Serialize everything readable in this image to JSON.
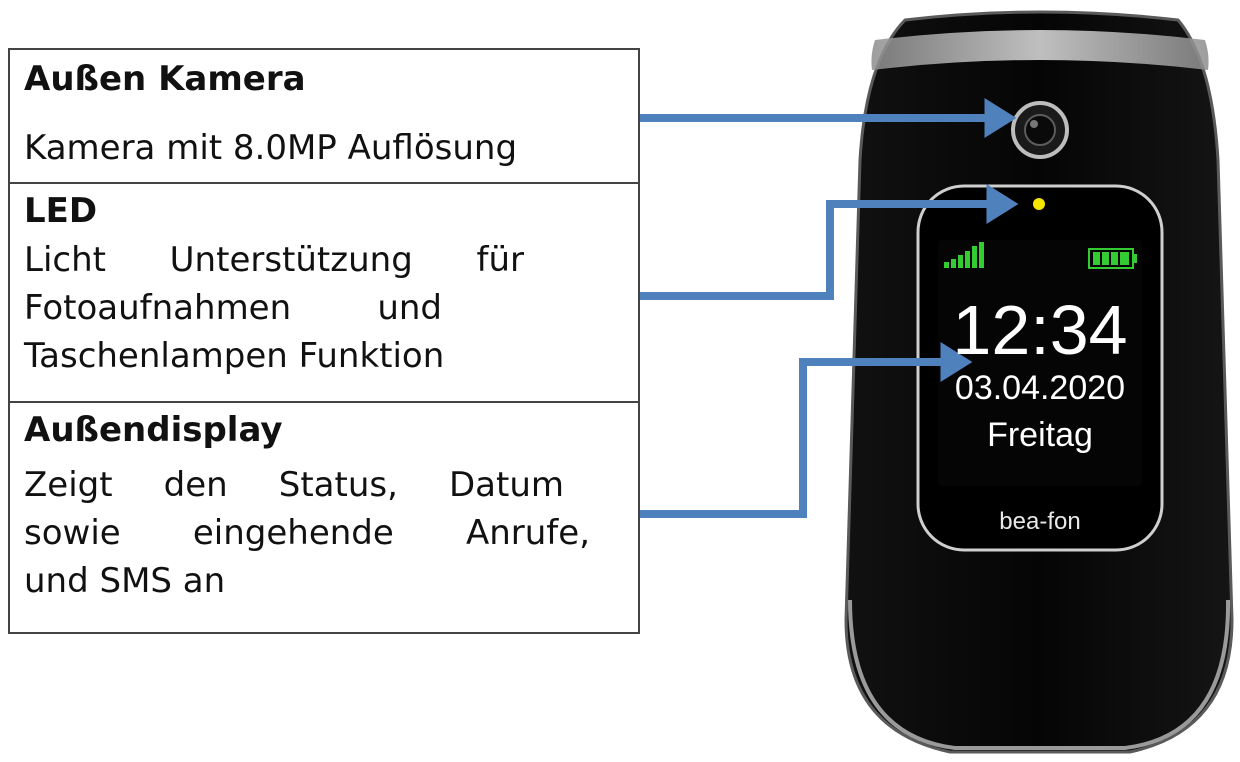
{
  "sections": [
    {
      "title": "Außen Kamera",
      "body_lines": [
        "Kamera mit 8.0MP Auflösung"
      ]
    },
    {
      "title": "LED",
      "body_lines": [
        "Licht Unterstützung für",
        "Fotoaufnahmen und",
        "Taschenlampen Funktion"
      ]
    },
    {
      "title": "Außendisplay",
      "body_lines": [
        "Zeigt den Status, Datum",
        "sowie eingehende Anrufe,",
        "und SMS an"
      ]
    }
  ],
  "phone": {
    "time": "12:34",
    "date": "03.04.2020",
    "weekday": "Freitag",
    "brand": "bea-fon",
    "signal_color": "#33cc33",
    "battery_color": "#33cc33",
    "led_color": "#f2e600"
  },
  "colors": {
    "arrow": "#4f81bd",
    "border": "#444444"
  },
  "icons": [
    "camera-lens-icon",
    "led-light-icon",
    "signal-strength-icon",
    "battery-icon"
  ]
}
